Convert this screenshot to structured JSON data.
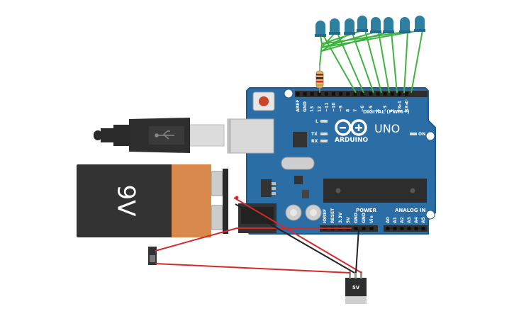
{
  "colors": {
    "board": "#2b6ea6",
    "board_edge": "#1f5a8a",
    "header": "#2d2d2d",
    "wire_green": "#3fb23f",
    "wire_red": "#d42a2a",
    "wire_black": "#222222",
    "led": "#2f7fa0",
    "battery_body": "#333333",
    "battery_copper": "#d9894b",
    "usb_plug": "#2e2e2e"
  },
  "board": {
    "uno_label": "UNO",
    "brand_label": "ARDUINO",
    "digital_label": "DIGITAL (PWM~)",
    "power_label": "POWER",
    "analog_label": "ANALOG IN",
    "on_label": "ON",
    "l_label": "L",
    "tx_label": "TX",
    "rx_label": "RX",
    "digital_pins": [
      "AREF",
      "GND",
      "13",
      "12",
      "~11",
      "~10",
      "~9",
      "8",
      "7",
      "~6",
      "~5",
      "4",
      "~3",
      "2",
      "TX▸1",
      "RX◂0"
    ],
    "power_pins": [
      "IOREF",
      "RESET",
      "3.3V",
      "5V",
      "GND",
      "GND",
      "Vin"
    ],
    "analog_pins": [
      "A0",
      "A1",
      "A2",
      "A3",
      "A4",
      "A5"
    ]
  },
  "battery": {
    "label": "9V"
  },
  "regulator": {
    "label": "5V"
  },
  "leds": {
    "count": 8
  }
}
